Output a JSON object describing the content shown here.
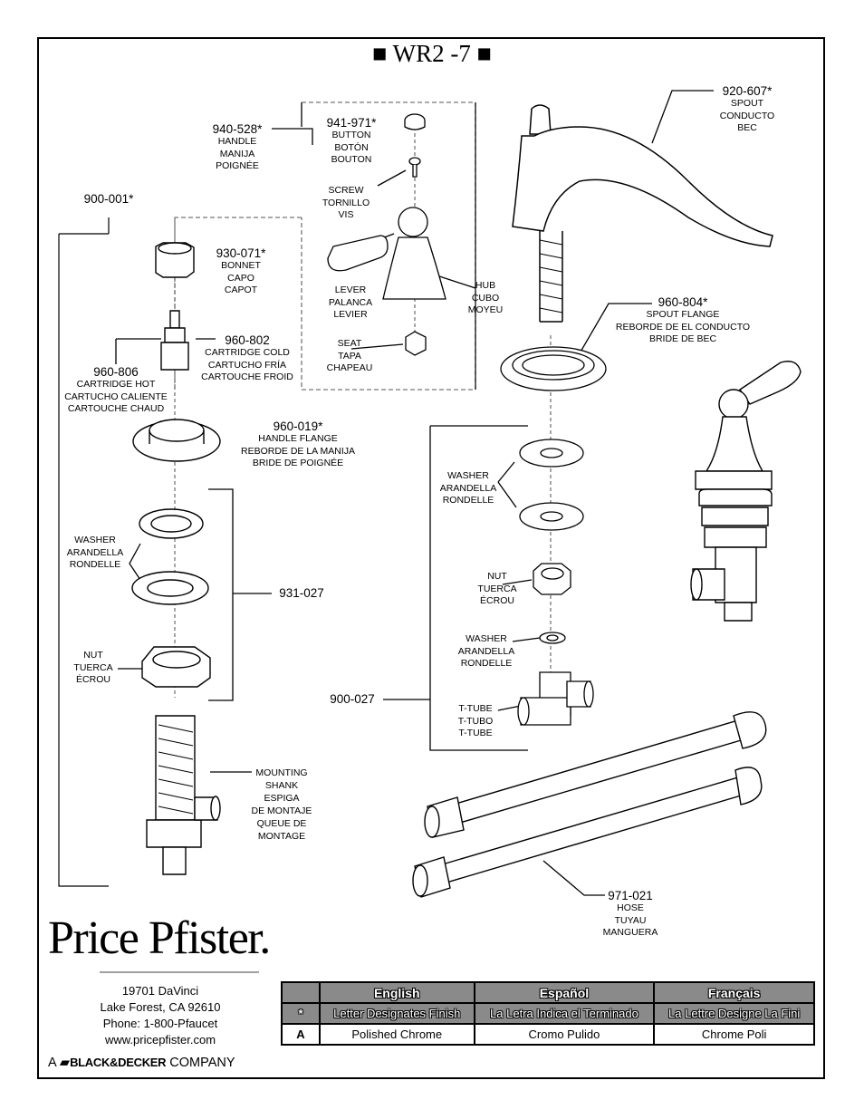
{
  "title": "■ WR2  -7 ■",
  "parts": {
    "p920_607": {
      "num": "920-607*",
      "lines": [
        "SPOUT",
        "CONDUCTO",
        "BEC"
      ]
    },
    "p940_528": {
      "num": "940-528*",
      "lines": [
        "HANDLE",
        "MANIJA",
        "POIGNÉE"
      ]
    },
    "p941_971": {
      "num": "941-971*",
      "lines": [
        "BUTTON",
        "BOTÓN",
        "BOUTON"
      ]
    },
    "screw": {
      "lines": [
        "SCREW",
        "TORNILLO",
        "VIS"
      ]
    },
    "p900_001": {
      "num": "900-001*"
    },
    "p930_071": {
      "num": "930-071*",
      "lines": [
        "BONNET",
        "CAPO",
        "CAPOT"
      ]
    },
    "lever": {
      "lines": [
        "LEVER",
        "PALANCA",
        "LEVIER"
      ]
    },
    "hub": {
      "lines": [
        "HUB",
        "CUBO",
        "MOYEU"
      ]
    },
    "p960_804": {
      "num": "960-804*",
      "lines": [
        "SPOUT FLANGE",
        "REBORDE DE EL CONDUCTO",
        "BRIDE DE BEC"
      ]
    },
    "p960_802": {
      "num": "960-802",
      "lines": [
        "CARTRIDGE COLD",
        "CARTUCHO FRÍA",
        "CARTOUCHE FROID"
      ]
    },
    "p960_806": {
      "num": "960-806",
      "lines": [
        "CARTRIDGE HOT",
        "CARTUCHO CALIENTE",
        "CARTOUCHE CHAUD"
      ]
    },
    "seat": {
      "lines": [
        "SEAT",
        "TAPA",
        "CHAPEAU"
      ]
    },
    "p960_019": {
      "num": "960-019*",
      "lines": [
        "HANDLE FLANGE",
        "REBORDE DE LA MANIJA",
        "BRIDE DE POIGNÉE"
      ]
    },
    "washer_r": {
      "lines": [
        "WASHER",
        "ARANDELLA",
        "RONDELLE"
      ]
    },
    "washer_l": {
      "lines": [
        "WASHER",
        "ARANDELLA",
        "RONDELLE"
      ]
    },
    "p931_027": {
      "num": "931-027"
    },
    "nut_r": {
      "lines": [
        "NUT",
        "TUERCA",
        "ÉCROU"
      ]
    },
    "washer_r2": {
      "lines": [
        "WASHER",
        "ARANDELLA",
        "RONDELLE"
      ]
    },
    "nut_l": {
      "lines": [
        "NUT",
        "TUERCA",
        "ÉCROU"
      ]
    },
    "p900_027": {
      "num": "900-027"
    },
    "ttube": {
      "lines": [
        "T-TUBE",
        "T-TUBO",
        "T-TUBE"
      ]
    },
    "shank": {
      "lines": [
        "MOUNTING",
        "SHANK",
        "ESPIGA",
        "DE MONTAJE",
        "QUEUE DE",
        "MONTAGE"
      ]
    },
    "p971_021": {
      "num": "971-021",
      "lines": [
        "HOSE",
        "TUYAU",
        "MANGUERA"
      ]
    }
  },
  "brand": {
    "logo": "Price Pfister.",
    "address": [
      "19701 DaVinci",
      "Lake Forest, CA  92610",
      "Phone: 1-800-Pfaucet",
      "www.pricepfister.com"
    ],
    "company_prefix": "A",
    "company_brand": "BLACK&DECKER",
    "company_suffix": "COMPANY"
  },
  "finish_table": {
    "headers": [
      "",
      "English",
      "Español",
      "Français"
    ],
    "rows": [
      [
        "*",
        "Letter Designates Finish",
        "La Letra Indica el Terminado",
        "La Lettre Designe La Fini"
      ],
      [
        "A",
        "Polished Chrome",
        "Cromo Pulido",
        "Chrome Poli"
      ]
    ]
  }
}
